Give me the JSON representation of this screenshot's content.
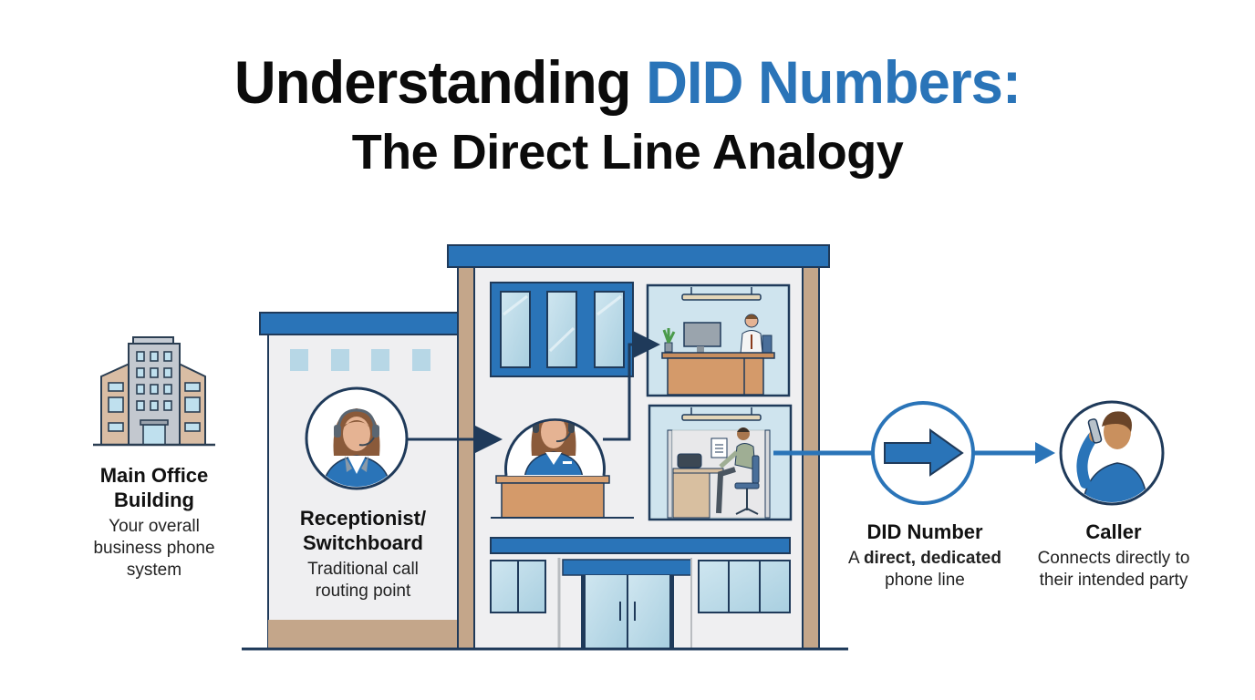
{
  "title": {
    "prefix": "Understanding ",
    "highlight": "DID Numbers:",
    "subtitle": "The Direct Line Analogy"
  },
  "colors": {
    "accent_blue": "#2a74b8",
    "dark_navy": "#1f3a5a",
    "tan_pillar": "#c4a68a",
    "wall": "#eeeff1",
    "glass": "#bcdbe8",
    "desk": "#d49a6a",
    "skin": "#e5b393"
  },
  "steps": [
    {
      "id": "main-office",
      "heading": "Main Office Building",
      "heading_line1": "Main Office",
      "heading_line2": "Building",
      "desc_line1": "Your overall",
      "desc_line2": "business phone",
      "desc_line3": "system",
      "icon": "office-building-icon"
    },
    {
      "id": "receptionist",
      "heading_line1": "Receptionist/",
      "heading_line2": "Switchboard",
      "desc_line1": "Traditional call",
      "desc_line2": "routing point",
      "icon": "receptionist-headset-icon"
    },
    {
      "id": "did-number",
      "heading": "DID Number",
      "desc_prefix": "A ",
      "desc_bold": "direct, dedicated",
      "desc_line2": "phone line",
      "icon": "arrow-right-icon"
    },
    {
      "id": "caller",
      "heading": "Caller",
      "desc_line1": "Connects directly to",
      "desc_line2": "their intended party",
      "icon": "person-phone-icon"
    }
  ]
}
